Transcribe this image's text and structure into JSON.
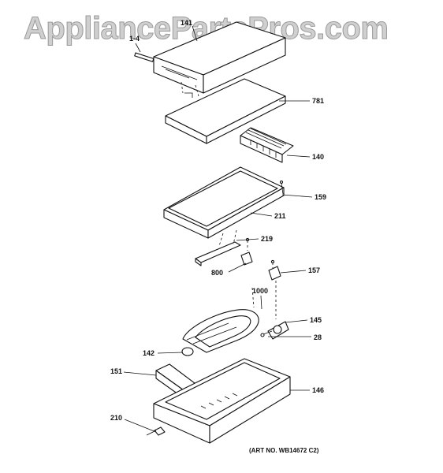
{
  "watermark": "AppliancePartsPros.com",
  "art_number": "(ART NO. WB14672 C2)",
  "parts": [
    {
      "id": "141",
      "label": "141"
    },
    {
      "id": "1-4",
      "label": "1-4"
    },
    {
      "id": "781",
      "label": "781"
    },
    {
      "id": "140",
      "label": "140"
    },
    {
      "id": "159",
      "label": "159"
    },
    {
      "id": "211",
      "label": "211"
    },
    {
      "id": "219",
      "label": "219"
    },
    {
      "id": "800",
      "label": "800"
    },
    {
      "id": "157",
      "label": "157"
    },
    {
      "id": "1000",
      "label": "1000"
    },
    {
      "id": "145",
      "label": "145"
    },
    {
      "id": "28",
      "label": "28"
    },
    {
      "id": "142",
      "label": "142"
    },
    {
      "id": "151",
      "label": "151"
    },
    {
      "id": "146",
      "label": "146"
    },
    {
      "id": "210",
      "label": "210"
    }
  ]
}
